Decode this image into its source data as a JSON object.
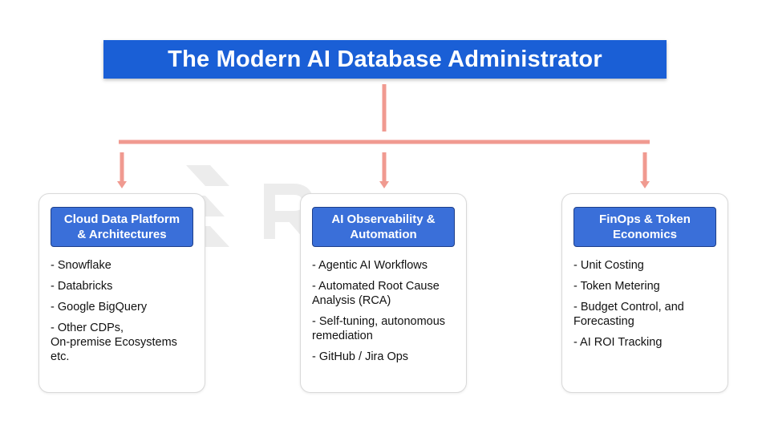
{
  "title": "The Modern AI Database Administrator",
  "colors": {
    "title_bg": "#1a5fd6",
    "header_bg": "#3a6fd9",
    "connector": "#f09a90",
    "watermark": "#ececec"
  },
  "cards": [
    {
      "header": "Cloud Data Platform\n& Architectures",
      "items": [
        "- Snowflake",
        "- Databricks",
        "- Google BigQuery",
        "- Other CDPs,\nOn-premise Ecosystems\netc."
      ]
    },
    {
      "header": "AI Observability &\nAutomation",
      "items": [
        "- Agentic AI Workflows",
        "- Automated Root Cause\nAnalysis (RCA)",
        "- Self-tuning, autonomous\nremediation",
        "- GitHub / Jira Ops"
      ]
    },
    {
      "header": "FinOps & Token\nEconomics",
      "items": [
        "- Unit Costing",
        "- Token Metering",
        "- Budget Control, and\nForecasting",
        "- AI ROI Tracking"
      ]
    }
  ]
}
